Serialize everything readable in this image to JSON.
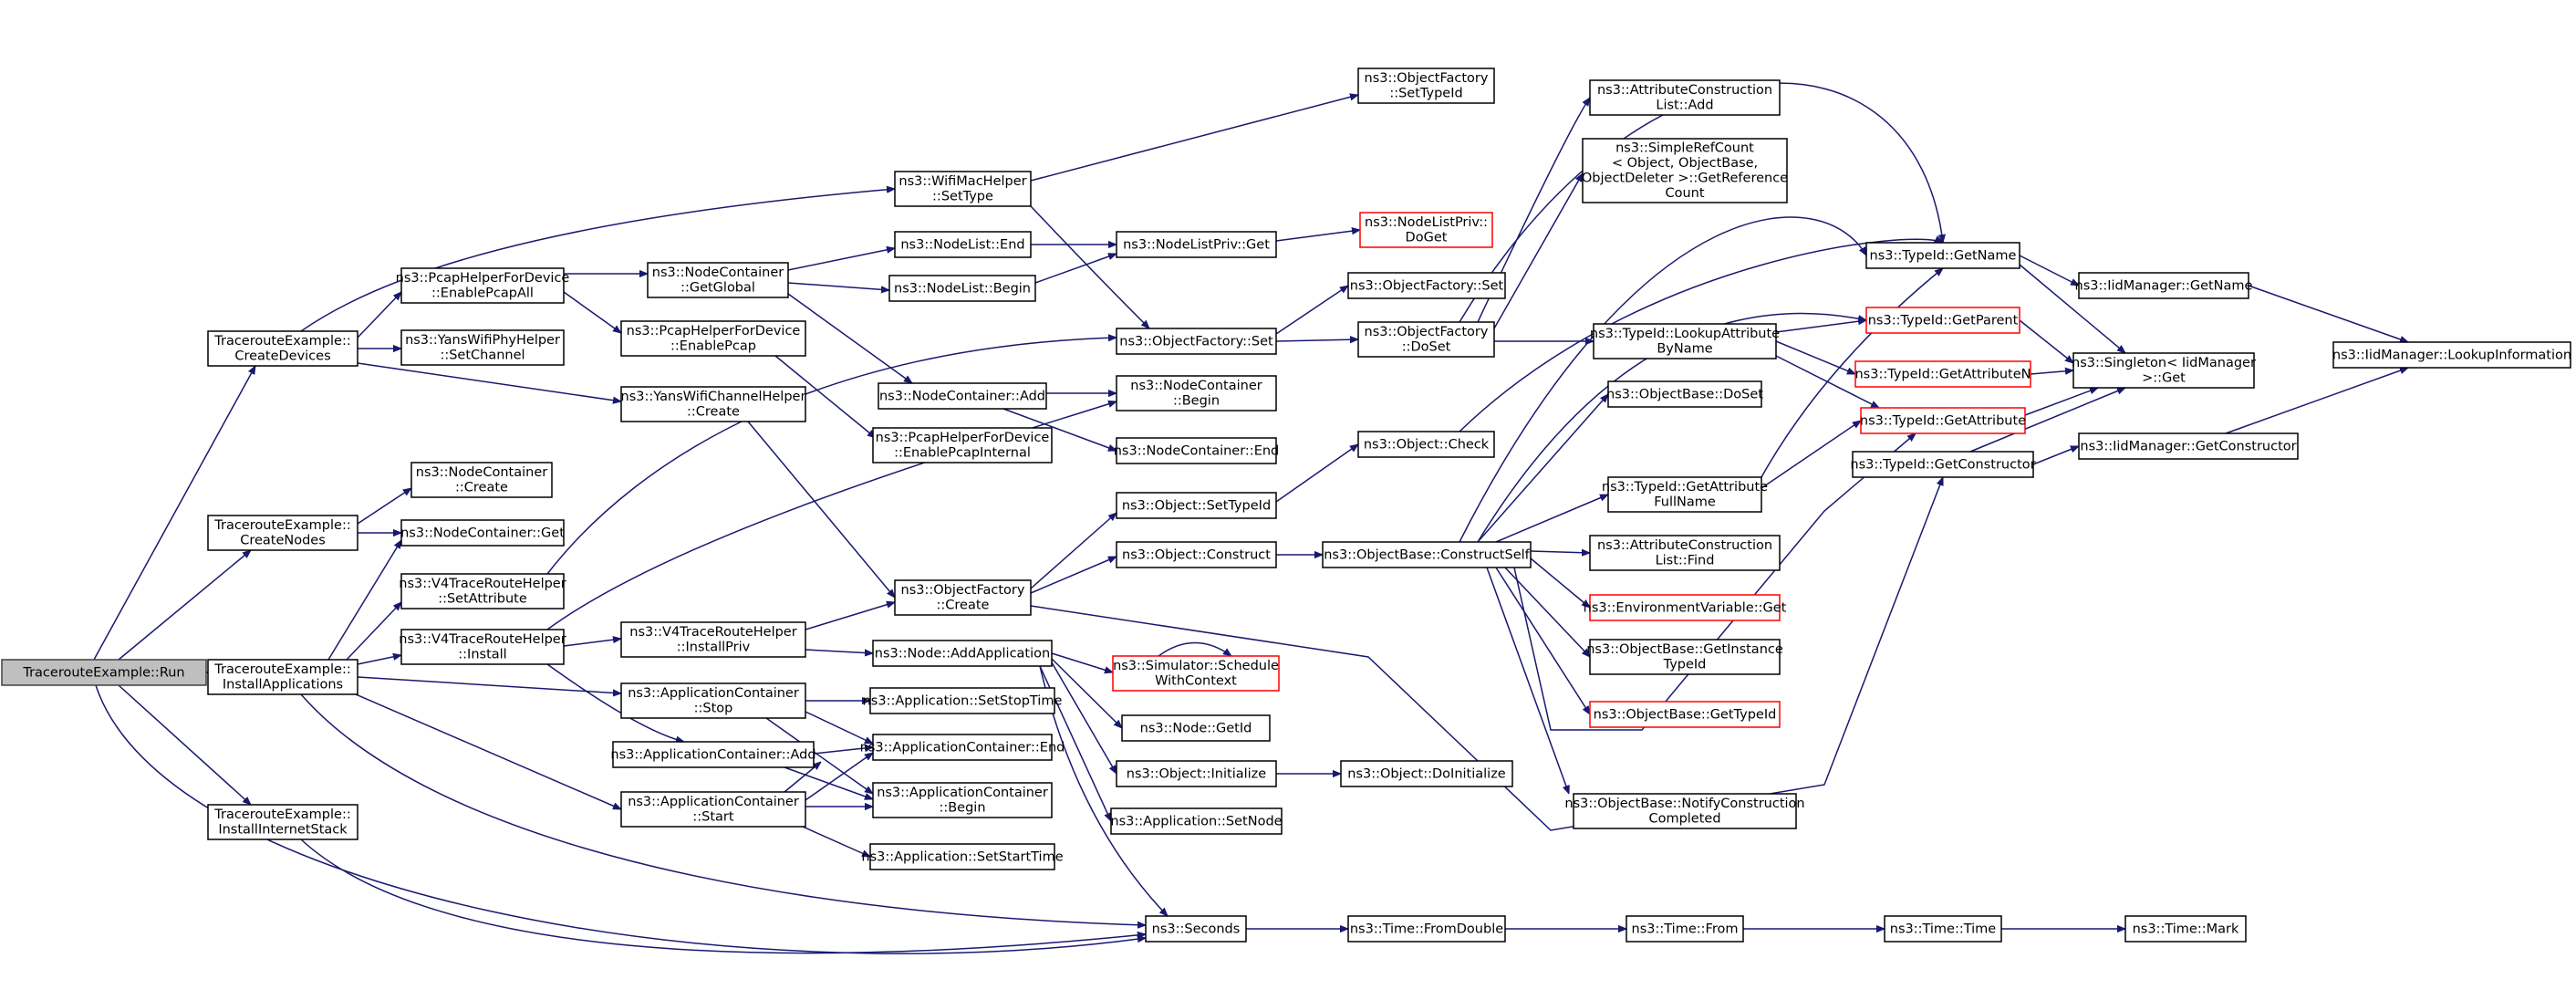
{
  "nodes": {
    "run": {
      "lines": [
        "TracerouteExample::Run"
      ],
      "root": true
    },
    "createDevices": {
      "lines": [
        "TracerouteExample::",
        "CreateDevices"
      ]
    },
    "createNodes": {
      "lines": [
        "TracerouteExample::",
        "CreateNodes"
      ]
    },
    "installApps": {
      "lines": [
        "TracerouteExample::",
        "InstallApplications"
      ]
    },
    "installInternet": {
      "lines": [
        "TracerouteExample::",
        "InstallInternetStack"
      ]
    },
    "pcapAll": {
      "lines": [
        "ns3::PcapHelperForDevice",
        "::EnablePcapAll"
      ]
    },
    "yansPhySetChannel": {
      "lines": [
        "ns3::YansWifiPhyHelper",
        "::SetChannel"
      ]
    },
    "wifiMacSetType": {
      "lines": [
        "ns3::WifiMacHelper",
        "::SetType"
      ]
    },
    "yansChanCreate": {
      "lines": [
        "ns3::YansWifiChannelHelper",
        "::Create"
      ]
    },
    "ncCreate": {
      "lines": [
        "ns3::NodeContainer",
        "::Create"
      ]
    },
    "ncGet": {
      "lines": [
        "ns3::NodeContainer::Get"
      ]
    },
    "v4SetAttr": {
      "lines": [
        "ns3::V4TraceRouteHelper",
        "::SetAttribute"
      ]
    },
    "v4Install": {
      "lines": [
        "ns3::V4TraceRouteHelper",
        "::Install"
      ]
    },
    "ncGetGlobal": {
      "lines": [
        "ns3::NodeContainer",
        "::GetGlobal"
      ]
    },
    "pcapEnable": {
      "lines": [
        "ns3::PcapHelperForDevice",
        "::EnablePcap"
      ]
    },
    "nlEnd": {
      "lines": [
        "ns3::NodeList::End"
      ]
    },
    "nlBegin": {
      "lines": [
        "ns3::NodeList::Begin"
      ]
    },
    "ncAdd": {
      "lines": [
        "ns3::NodeContainer::Add"
      ]
    },
    "pcapInternal": {
      "lines": [
        "ns3::PcapHelperForDevice",
        "::EnablePcapInternal"
      ]
    },
    "v4InstallPriv": {
      "lines": [
        "ns3::V4TraceRouteHelper",
        "::InstallPriv"
      ]
    },
    "acStop": {
      "lines": [
        "ns3::ApplicationContainer",
        "::Stop"
      ]
    },
    "acAdd": {
      "lines": [
        "ns3::ApplicationContainer::Add"
      ]
    },
    "acStart": {
      "lines": [
        "ns3::ApplicationContainer",
        "::Start"
      ]
    },
    "ofCreate": {
      "lines": [
        "ns3::ObjectFactory",
        "::Create"
      ]
    },
    "nodeAddApp": {
      "lines": [
        "ns3::Node::AddApplication"
      ]
    },
    "appSetStopTime": {
      "lines": [
        "ns3::Application::SetStopTime"
      ]
    },
    "acEnd": {
      "lines": [
        "ns3::ApplicationContainer::End"
      ]
    },
    "acBegin": {
      "lines": [
        "ns3::ApplicationContainer",
        "::Begin"
      ]
    },
    "appSetStartTime": {
      "lines": [
        "ns3::Application::SetStartTime"
      ]
    },
    "ofSetTypeId": {
      "lines": [
        "ns3::ObjectFactory",
        "::SetTypeId"
      ]
    },
    "nlpGet": {
      "lines": [
        "ns3::NodeListPriv::Get"
      ]
    },
    "ofSet": {
      "lines": [
        "ns3::ObjectFactory::Set"
      ]
    },
    "ncBegin": {
      "lines": [
        "ns3::NodeContainer",
        "::Begin"
      ]
    },
    "ncEnd": {
      "lines": [
        "ns3::NodeContainer::End"
      ]
    },
    "objSetTypeId": {
      "lines": [
        "ns3::Object::SetTypeId"
      ]
    },
    "objConstruct": {
      "lines": [
        "ns3::Object::Construct"
      ]
    },
    "simSchedule": {
      "lines": [
        "ns3::Simulator::Schedule",
        "WithContext"
      ],
      "red": true
    },
    "nodeGetId": {
      "lines": [
        "ns3::Node::GetId"
      ]
    },
    "objInitialize": {
      "lines": [
        "ns3::Object::Initialize"
      ]
    },
    "appSetNode": {
      "lines": [
        "ns3::Application::SetNode"
      ]
    },
    "seconds": {
      "lines": [
        "ns3::Seconds"
      ]
    },
    "nlpDoGet": {
      "lines": [
        "ns3::NodeListPriv::",
        "DoGet"
      ],
      "red": true
    },
    "ofSet2": {
      "lines": [
        "ns3::ObjectFactory::Set"
      ]
    },
    "ofDoSet": {
      "lines": [
        "ns3::ObjectFactory",
        "::DoSet"
      ]
    },
    "objCheck": {
      "lines": [
        "ns3::Object::Check"
      ]
    },
    "obConstructSelf": {
      "lines": [
        "ns3::ObjectBase::ConstructSelf"
      ]
    },
    "objDoInit": {
      "lines": [
        "ns3::Object::DoInitialize"
      ]
    },
    "timeFromDouble": {
      "lines": [
        "ns3::Time::FromDouble"
      ]
    },
    "acListAdd": {
      "lines": [
        "ns3::AttributeConstruction",
        "List::Add"
      ]
    },
    "srcGetRef": {
      "lines": [
        "ns3::SimpleRefCount",
        "< Object, ObjectBase,",
        "ObjectDeleter >::GetReference",
        "Count"
      ]
    },
    "tidLookup": {
      "lines": [
        "ns3::TypeId::LookupAttribute",
        "ByName"
      ]
    },
    "obDoSet": {
      "lines": [
        "ns3::ObjectBase::DoSet"
      ]
    },
    "tidGetAttrFull": {
      "lines": [
        "ns3::TypeId::GetAttribute",
        "FullName"
      ]
    },
    "acListFind": {
      "lines": [
        "ns3::AttributeConstruction",
        "List::Find"
      ]
    },
    "envGet": {
      "lines": [
        "ns3::EnvironmentVariable::Get"
      ],
      "red": true
    },
    "obGetInstance": {
      "lines": [
        "ns3::ObjectBase::GetInstance",
        "TypeId"
      ]
    },
    "obGetTypeId": {
      "lines": [
        "ns3::ObjectBase::GetTypeId"
      ],
      "red": true
    },
    "obNotify": {
      "lines": [
        "ns3::ObjectBase::NotifyConstruction",
        "Completed"
      ]
    },
    "timeFrom": {
      "lines": [
        "ns3::Time::From"
      ]
    },
    "tidGetName": {
      "lines": [
        "ns3::TypeId::GetName"
      ]
    },
    "tidGetParent": {
      "lines": [
        "ns3::TypeId::GetParent"
      ],
      "red": true
    },
    "tidGetAttrN": {
      "lines": [
        "ns3::TypeId::GetAttributeN"
      ],
      "red": true
    },
    "tidGetAttr": {
      "lines": [
        "ns3::TypeId::GetAttribute"
      ],
      "red": true
    },
    "tidGetCtor": {
      "lines": [
        "ns3::TypeId::GetConstructor"
      ]
    },
    "timeTime": {
      "lines": [
        "ns3::Time::Time"
      ]
    },
    "iidGetName": {
      "lines": [
        "ns3::IidManager::GetName"
      ]
    },
    "singletonGet": {
      "lines": [
        "ns3::Singleton< IidManager",
        ">::Get"
      ]
    },
    "iidGetCtor": {
      "lines": [
        "ns3::IidManager::GetConstructor"
      ]
    },
    "timeMark": {
      "lines": [
        "ns3::Time::Mark"
      ]
    },
    "iidLookup": {
      "lines": [
        "ns3::IidManager::LookupInformation"
      ]
    }
  },
  "colors": {
    "edge": "#191970",
    "root_fill": "#bfbfbf",
    "missing_border": "#ff0000"
  }
}
